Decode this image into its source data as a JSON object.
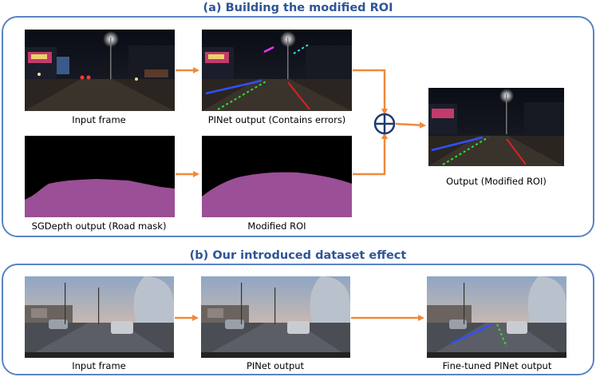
{
  "section_a": {
    "title": "(a) Building the modified ROI",
    "captions": {
      "input_frame": "Input frame",
      "pinet_output": "PINet output (Contains errors)",
      "sgdepth_output": "SGDepth output (Road mask)",
      "modified_roi": "Modified ROI",
      "final_output": "Output (Modified ROI)"
    },
    "operator_symbol": "⊕"
  },
  "section_b": {
    "title": "(b) Our introduced dataset effect",
    "captions": {
      "input_frame": "Input frame",
      "pinet_output": "PINet output",
      "finetuned_output": "Fine-tuned PINet output"
    }
  },
  "colors": {
    "title": "#2E5597",
    "panel_border": "#5B83C4",
    "arrow": "#F08A3C",
    "road_mask": "#9B4F96",
    "operator": "#1F3A6E"
  }
}
